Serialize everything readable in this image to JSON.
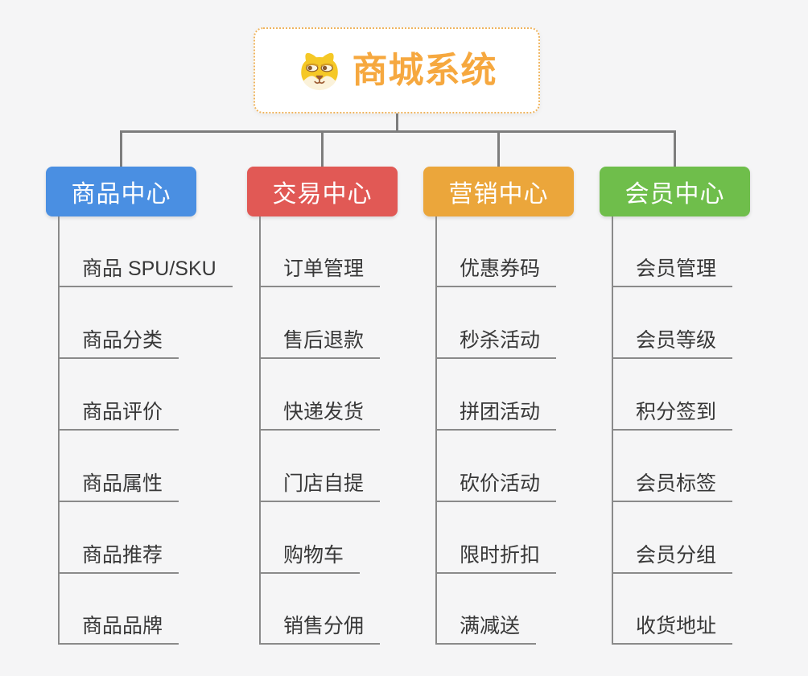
{
  "root": {
    "title": "商城系统",
    "icon": "dog-face-icon"
  },
  "branches": [
    {
      "id": "product-center",
      "label": "商品中心",
      "color": "#4a8fe2",
      "children": [
        "商品 SPU/SKU",
        "商品分类",
        "商品评价",
        "商品属性",
        "商品推荐",
        "商品品牌"
      ]
    },
    {
      "id": "trade-center",
      "label": "交易中心",
      "color": "#e15955",
      "children": [
        "订单管理",
        "售后退款",
        "快递发货",
        "门店自提",
        "购物车",
        "销售分佣"
      ]
    },
    {
      "id": "marketing-center",
      "label": "营销中心",
      "color": "#eba63b",
      "children": [
        "优惠券码",
        "秒杀活动",
        "拼团活动",
        "砍价活动",
        "限时折扣",
        "满减送"
      ]
    },
    {
      "id": "member-center",
      "label": "会员中心",
      "color": "#6fbe4b",
      "children": [
        "会员管理",
        "会员等级",
        "积分签到",
        "会员标签",
        "会员分组",
        "收货地址"
      ]
    }
  ],
  "colors": {
    "background": "#f5f5f6",
    "root_title": "#f6a83f",
    "root_border": "#efb45e",
    "connector": "#7d7d7d",
    "underline": "#8a8a8a",
    "leaf_text": "#383838"
  }
}
